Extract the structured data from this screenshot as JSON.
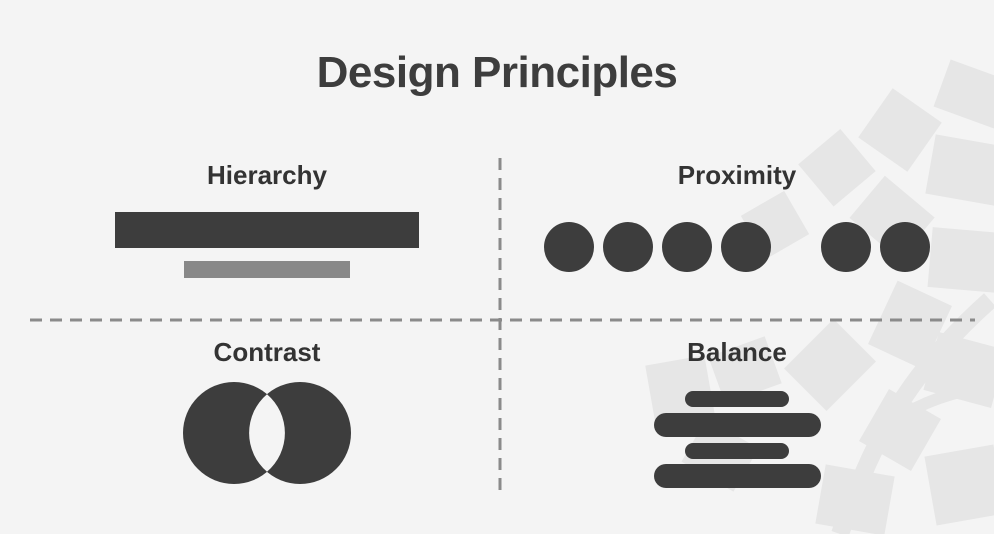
{
  "title": "Design Principles",
  "sections": {
    "hierarchy": {
      "label": "Hierarchy"
    },
    "proximity": {
      "label": "Proximity"
    },
    "contrast": {
      "label": "Contrast"
    },
    "balance": {
      "label": "Balance"
    }
  },
  "colors": {
    "background": "#f4f4f4",
    "dark": "#3d3d3d",
    "medium": "#888888",
    "divider": "#8a8a8a",
    "watermark": "#e5e5e5"
  },
  "icons": [
    "watermark-tree-icon"
  ]
}
